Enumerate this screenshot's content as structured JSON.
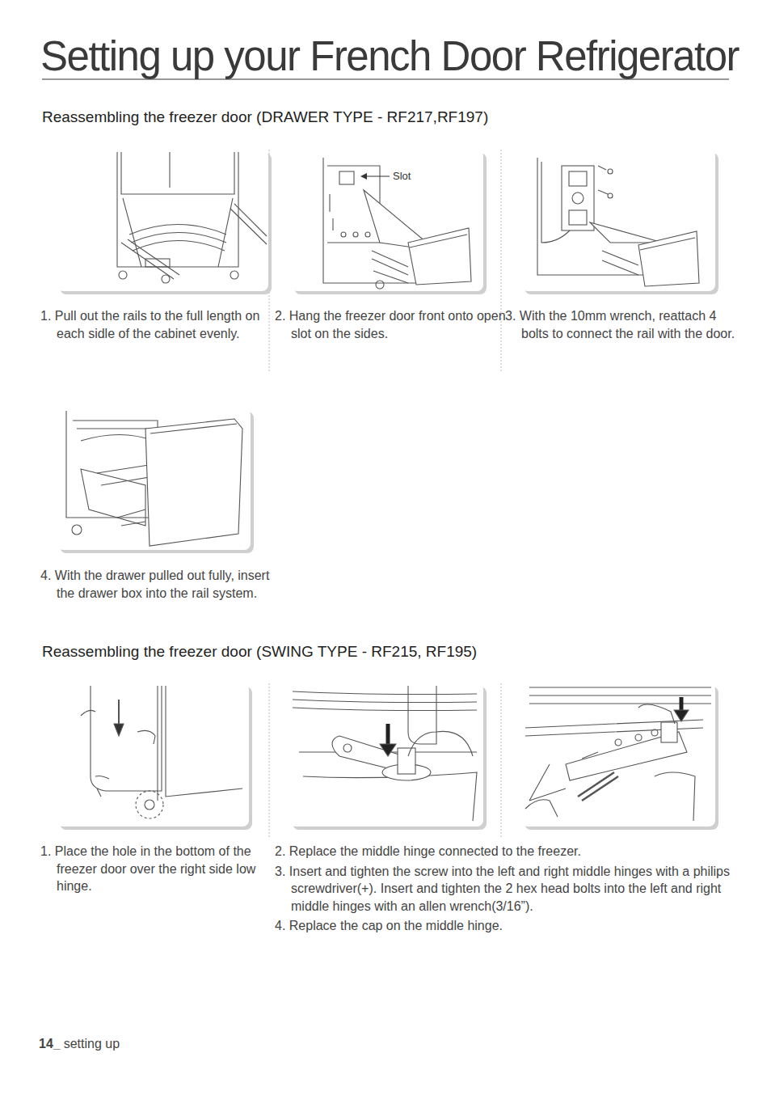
{
  "diagram": {
    "title": "Setting up your French Door Refrigerator",
    "labels": [
      "Reassembling the freezer door (DRAWER TYPE - RF217,RF197)",
      "Slot",
      "1. Pull out the rails to the full length on each sidle of the cabinet evenly.",
      "2. Hang the freezer door front onto open slot on the sides.",
      "3. With the 10mm wrench, reattach 4 bolts to connect the rail with the door.",
      "4. With the drawer pulled out fully, insert the drawer box into the rail system.",
      "Reassembling the freezer door (SWING TYPE - RF215, RF195)",
      "1. Place the hole in the bottom of the freezer door over the right side low hinge.",
      "2. Replace the middle hinge connected to the freezer.",
      "3. Insert and tighten the screw into the left and right middle hinges with a philips screwdriver(+). Insert and tighten the 2 hex head bolts into the left and right middle hinges with an allen wrench(3/16”).",
      "4. Replace the cap on the middle hinge.",
      "14_",
      "setting up"
    ]
  }
}
